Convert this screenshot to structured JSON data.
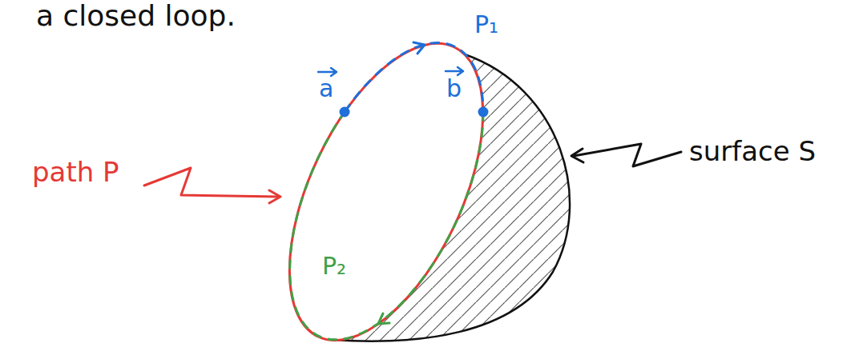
{
  "diagram": {
    "labels": [
      "a closed loop.",
      "a",
      "P₁",
      "b",
      "path P",
      "P₂",
      "surface S"
    ]
  }
}
